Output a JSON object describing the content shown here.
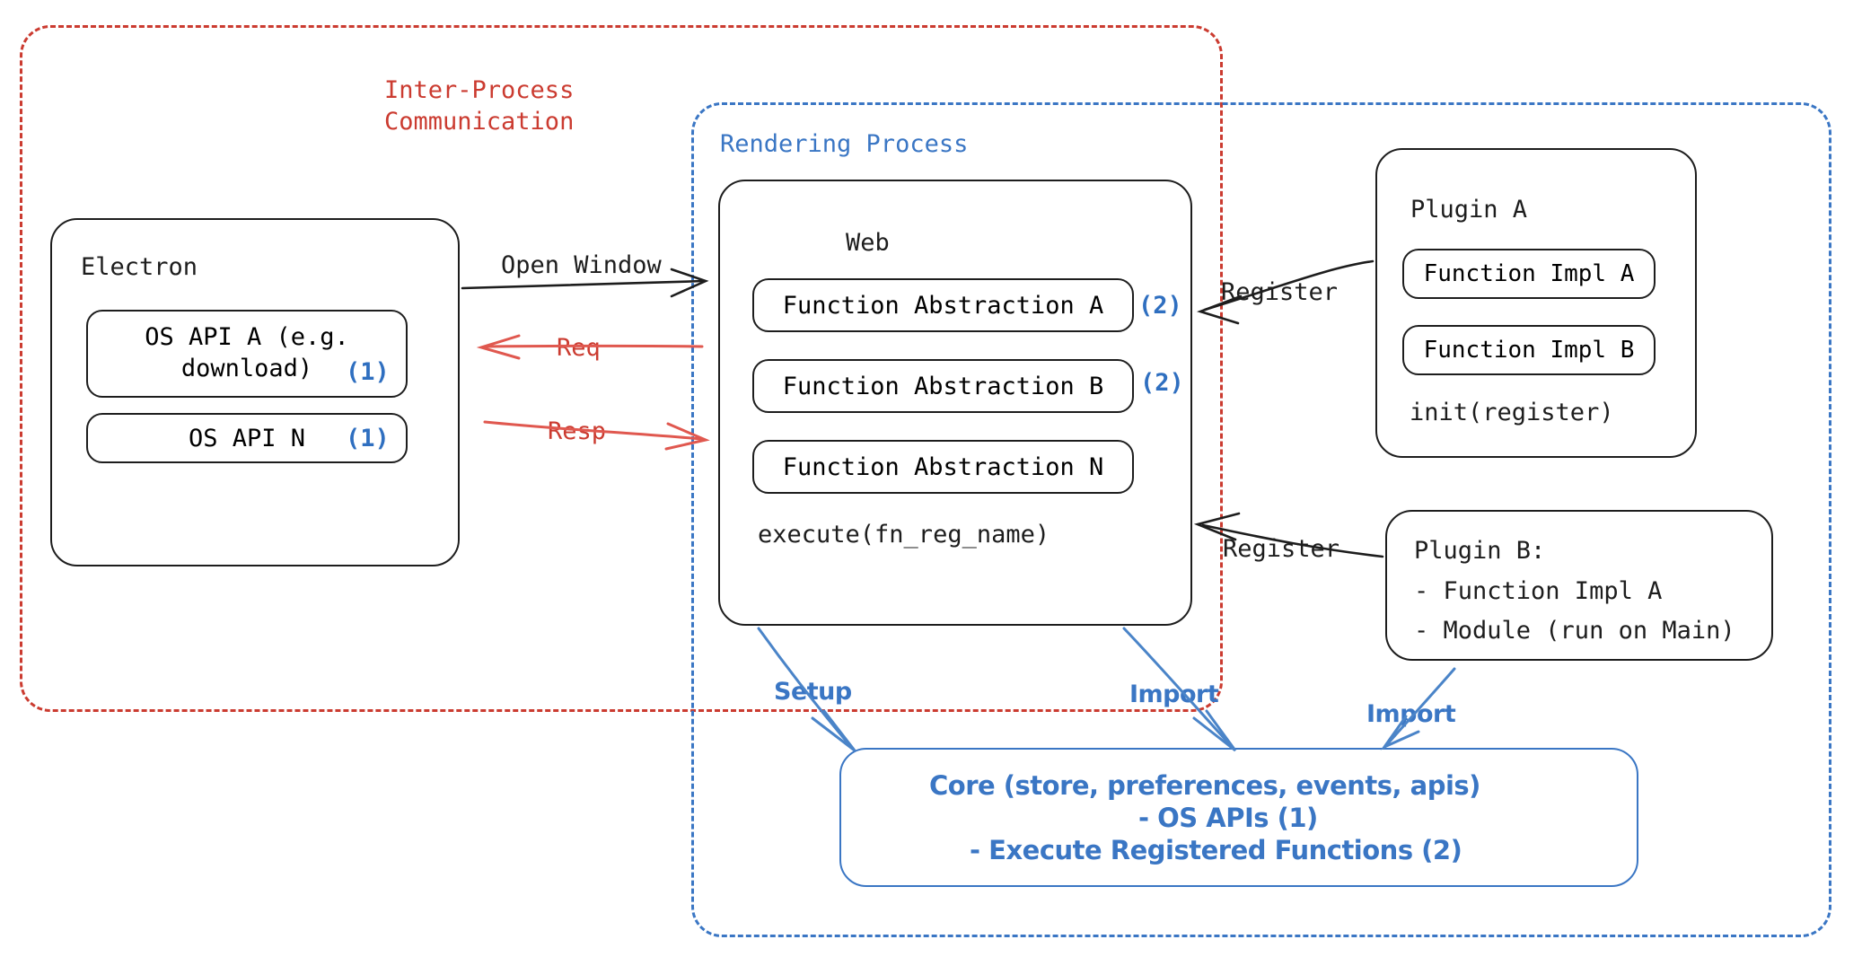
{
  "diagram": {
    "title": "Electron plugin architecture",
    "colors": {
      "ipc_red": "#cb3b30",
      "process_blue": "#3a76c4",
      "badge_blue": "#2f6fc0",
      "stroke_black": "#1d1d1d"
    }
  },
  "groups": {
    "ipc": {
      "label_line1": "Inter-Process",
      "label_line2": "Communication"
    },
    "rendering": {
      "label": "Rendering Process"
    }
  },
  "electron": {
    "title": "Electron",
    "apis": [
      {
        "label": "OS API A (e.g.\ndownload)",
        "badge": "(1)"
      },
      {
        "label": "OS API N",
        "badge": "(1)"
      }
    ]
  },
  "web": {
    "title": "Web",
    "abstractions": [
      {
        "label": "Function Abstraction A",
        "badge": "(2)"
      },
      {
        "label": "Function Abstraction B",
        "badge": "(2)"
      },
      {
        "label": "Function Abstraction N",
        "badge": ""
      }
    ],
    "footer": "execute(fn_reg_name)"
  },
  "plugin_a": {
    "title": "Plugin A",
    "impls": [
      "Function Impl A",
      "Function Impl B"
    ],
    "footer": "init(register)"
  },
  "plugin_b": {
    "title": "Plugin B:",
    "lines": [
      "- Function Impl A",
      "- Module (run on Main)"
    ]
  },
  "core": {
    "line1": "Core (store, preferences, events, apis)",
    "line2": "- OS APIs (1)",
    "line3": "- Execute Registered Functions (2)"
  },
  "edges": {
    "open_window": "Open Window",
    "req": "Req",
    "resp": "Resp",
    "register_a": "Register",
    "register_b": "Register",
    "setup": "Setup",
    "import_web": "Import",
    "import_plugin_b": "Import"
  }
}
